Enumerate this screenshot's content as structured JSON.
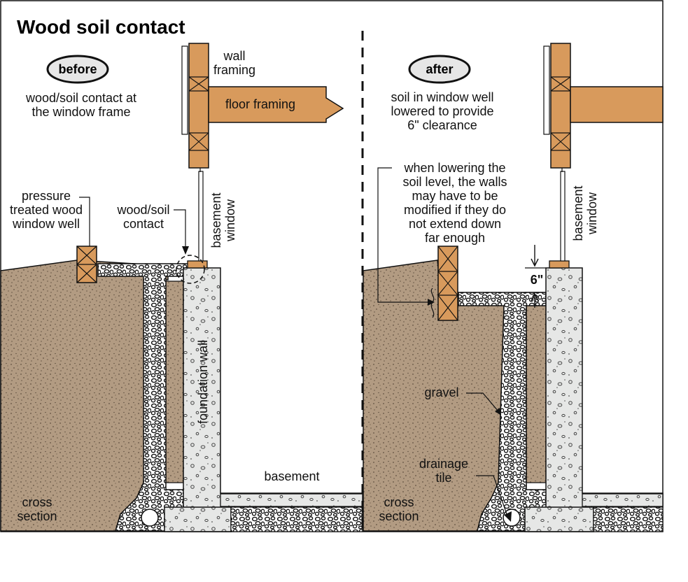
{
  "title": "Wood soil contact",
  "before": {
    "badge": "before",
    "description": [
      "wood/soil contact at",
      "the window frame"
    ],
    "wall_framing": [
      "wall",
      "framing"
    ],
    "floor_framing": "floor framing",
    "window_well": [
      "pressure",
      "treated wood",
      "window well"
    ],
    "contact": [
      "wood/soil",
      "contact"
    ],
    "basement_window": [
      "basement",
      "window"
    ],
    "foundation_wall": "foundation wall",
    "basement": "basement",
    "cross_section": [
      "cross",
      "section"
    ]
  },
  "after": {
    "badge": "after",
    "description": [
      "soil in window well",
      "lowered to provide",
      "6\" clearance"
    ],
    "note": [
      "when lowering the",
      "soil level, the walls",
      "may have to be",
      "modified if they do",
      "not extend down",
      "far enough"
    ],
    "basement_window": [
      "basement",
      "window"
    ],
    "clearance": "6\"",
    "gravel": "gravel",
    "drainage_tile": [
      "drainage",
      "tile"
    ],
    "cross_section": [
      "cross",
      "section"
    ]
  },
  "colors": {
    "soil": "#b29b82",
    "wood": "#d89a5c",
    "concrete": "#e6e7e6",
    "gravel_bg": "#ffffff",
    "outline": "#111111"
  }
}
